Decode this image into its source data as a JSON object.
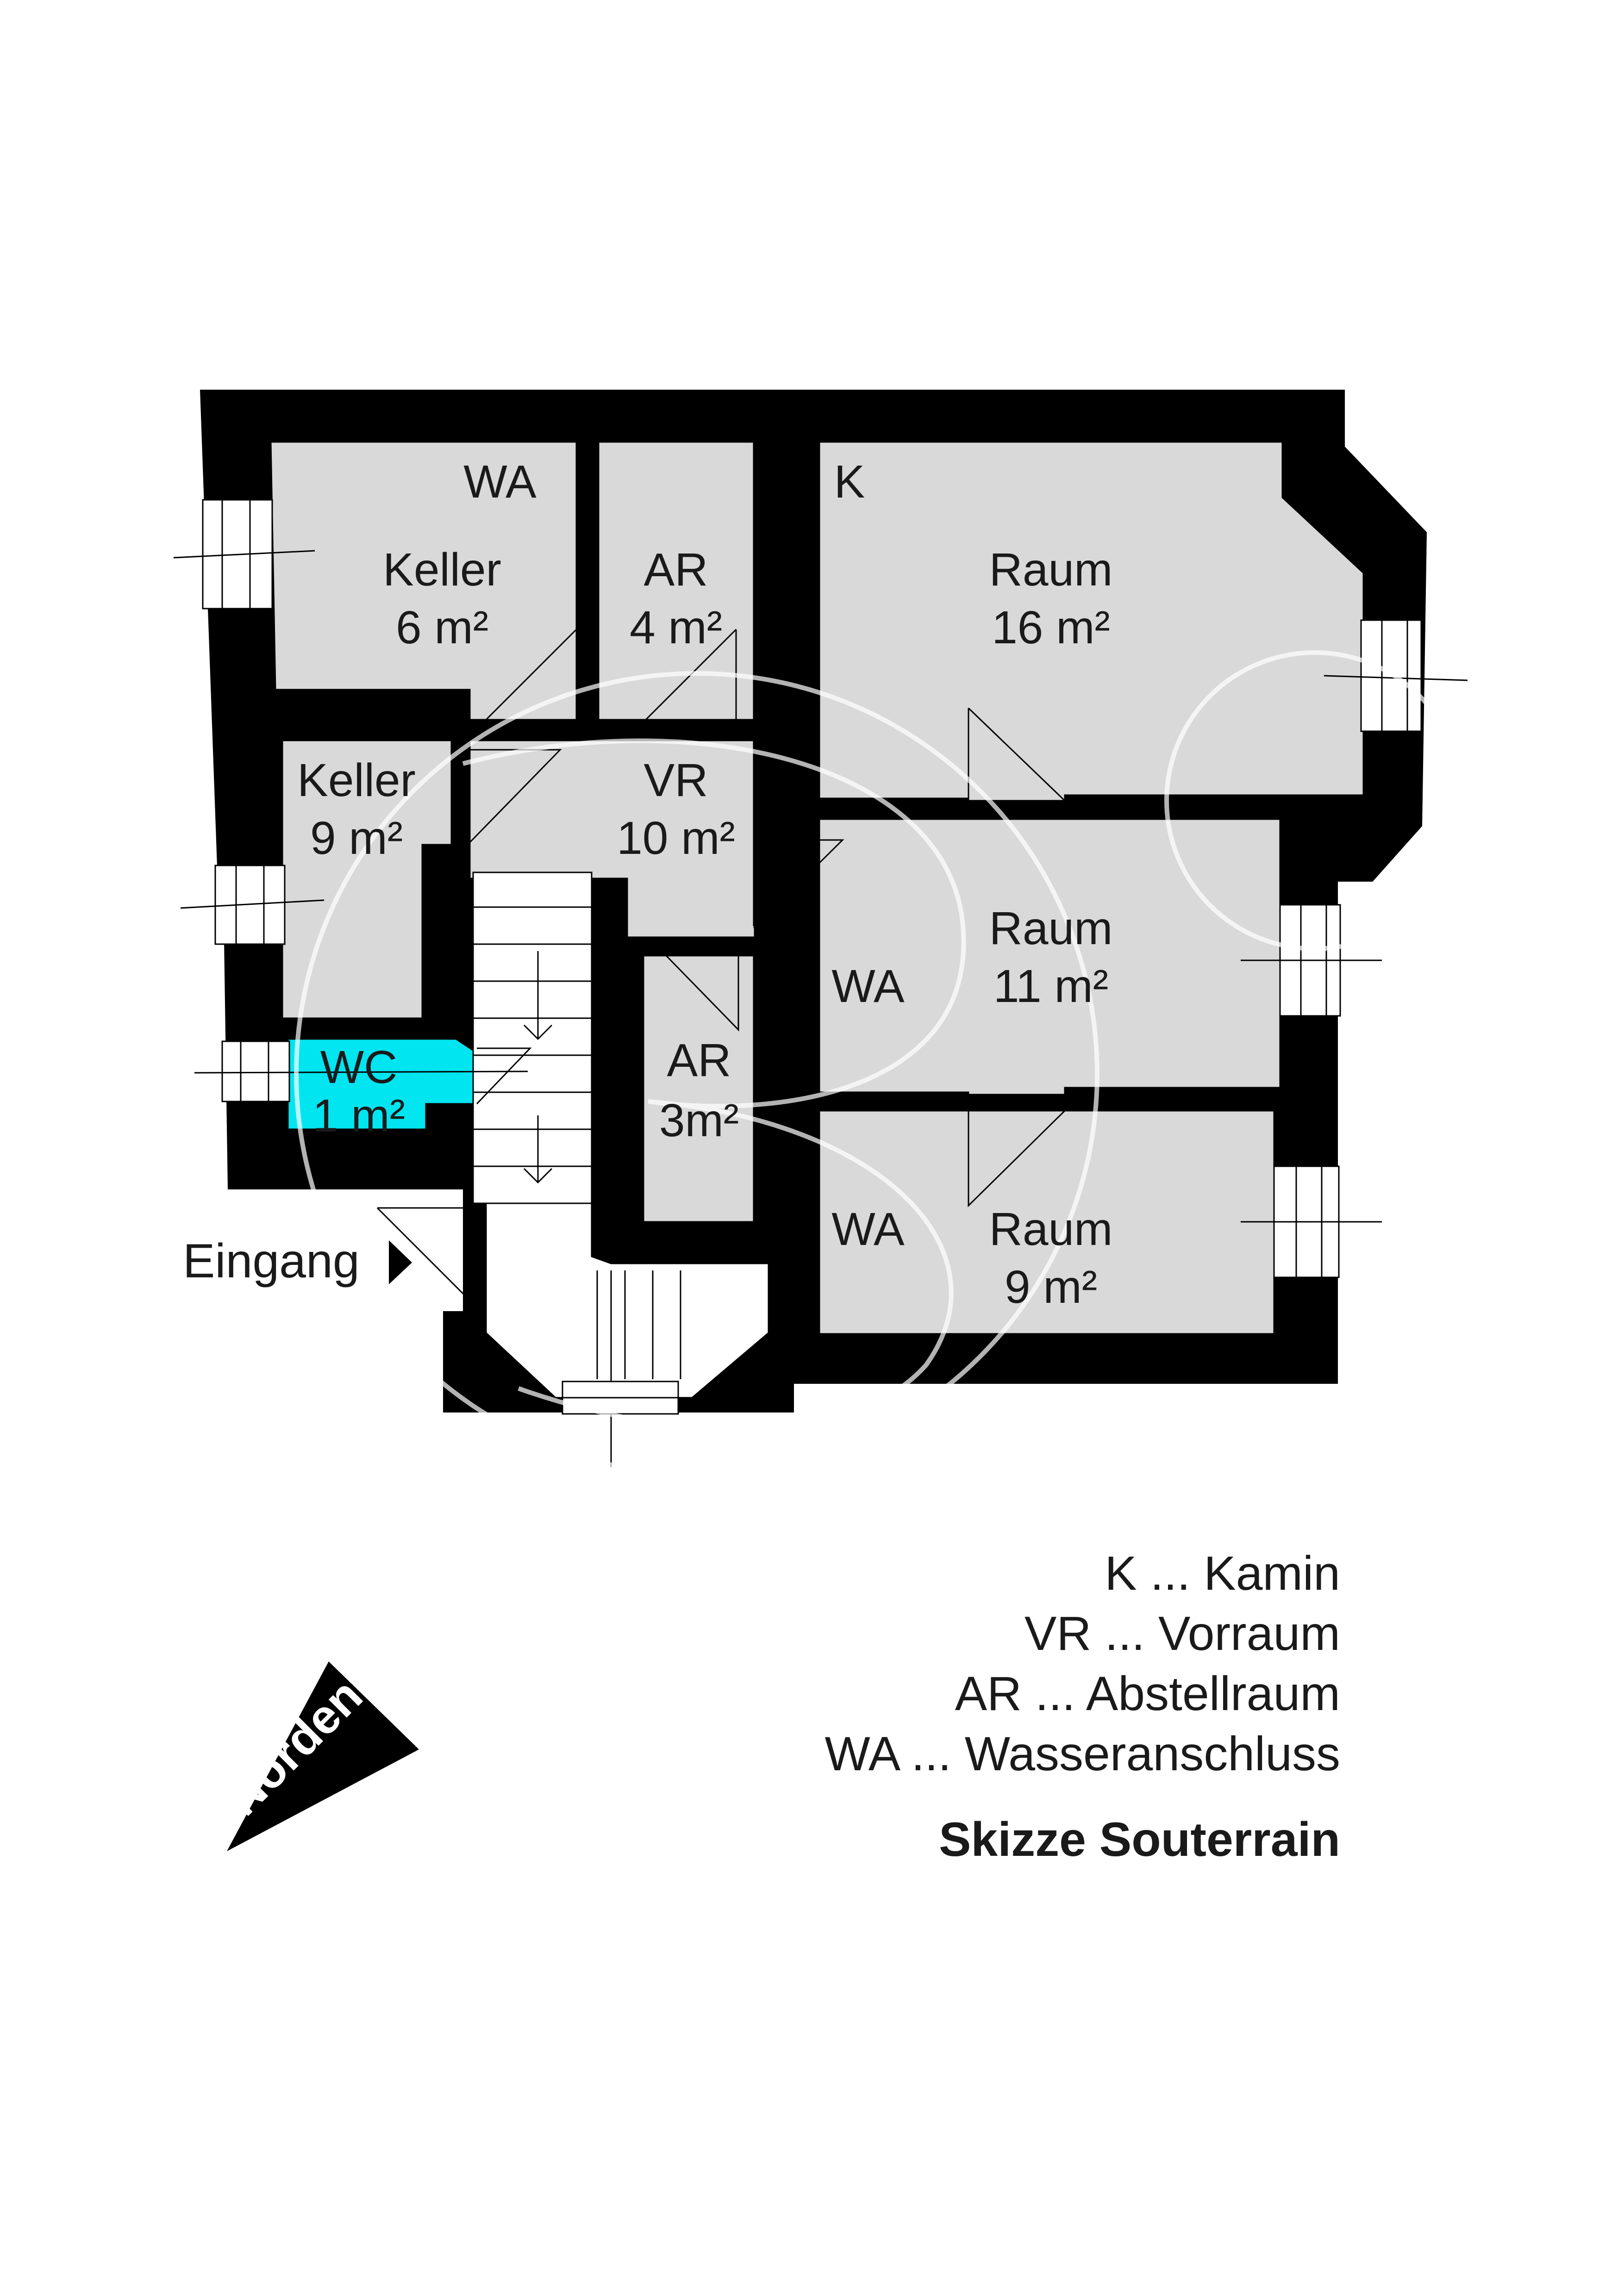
{
  "rooms": {
    "keller_top": {
      "name": "Keller",
      "area": "6 m²"
    },
    "ar_top": {
      "name": "AR",
      "area": "4 m²"
    },
    "raum_16": {
      "name": "Raum",
      "area": "16 m²"
    },
    "keller_mid": {
      "name": "Keller",
      "area": "9 m²"
    },
    "vr": {
      "name": "VR",
      "area": "10 m²"
    },
    "raum_11": {
      "name": "Raum",
      "area": "11 m²"
    },
    "wc": {
      "name": "WC",
      "area": "1 m²"
    },
    "ar_low": {
      "name": "AR",
      "area": "3m²"
    },
    "raum_9": {
      "name": "Raum",
      "area": "9 m²"
    }
  },
  "codes": {
    "wa_keller": "WA",
    "k_raum16": "K",
    "wa_raum11": "WA",
    "wa_raum9": "WA"
  },
  "entrance": "Eingang",
  "north": "Norden",
  "legend": {
    "lines": [
      "K ... Kamin",
      "VR ... Vorraum",
      "AR ... Abstellraum",
      "WA ... Wasseranschluss"
    ],
    "title": "Skizze Souterrain"
  },
  "colors": {
    "wall": "#000000",
    "room": "#d9d9d9",
    "wc": "#00e5f0"
  }
}
